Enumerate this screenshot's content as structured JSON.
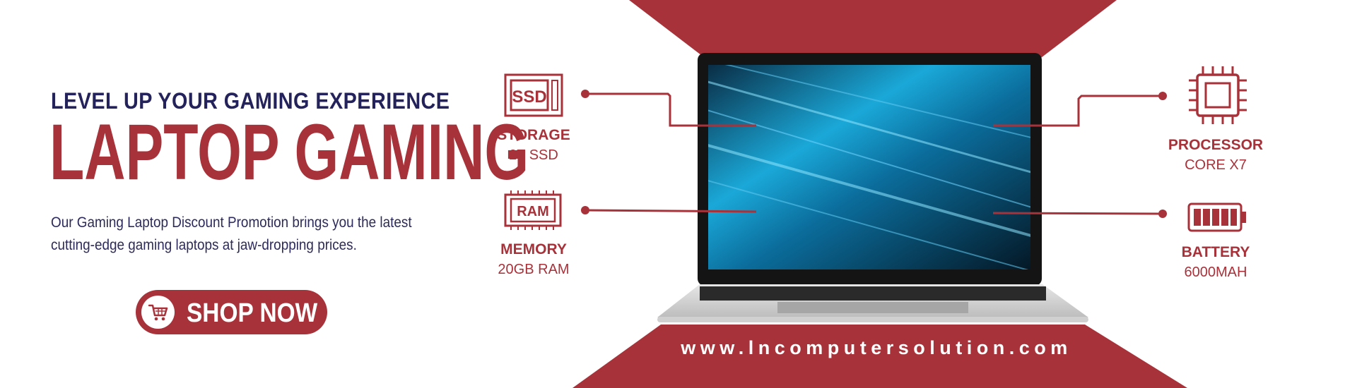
{
  "banner": {
    "tagline": "LEVEL UP YOUR GAMING EXPERIENCE",
    "title": "LAPTOP GAMING",
    "description_lines": [
      "Our Gaming Laptop Discount Promotion brings you the latest",
      "cutting-edge gaming laptops at jaw-dropping prices."
    ],
    "cta_label": "SHOP NOW",
    "website": "www.lncomputersolution.com"
  },
  "specs": {
    "storage": {
      "icon_text": "SSD",
      "title": "STORAGE",
      "value": "2T SSD"
    },
    "memory": {
      "icon_text": "RAM",
      "title": "MEMORY",
      "value": "20GB RAM"
    },
    "processor": {
      "title": "PROCESSOR",
      "value": "CORE X7"
    },
    "battery": {
      "title": "BATTERY",
      "value": "6000MAH"
    }
  },
  "colors": {
    "accent": "#a8323a",
    "navy": "#24225a",
    "background": "#ffffff"
  },
  "icons": [
    "cart-icon",
    "ssd-icon",
    "ram-icon",
    "processor-icon",
    "battery-icon"
  ]
}
